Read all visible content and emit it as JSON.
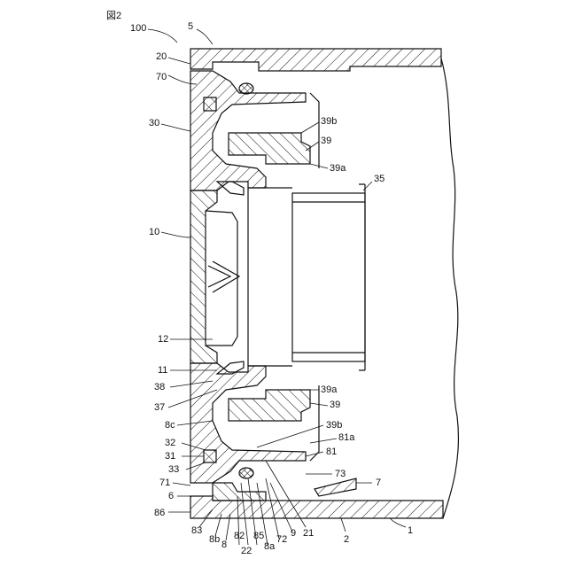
{
  "figure": {
    "caption": "図2"
  },
  "labels": {
    "l100": "100",
    "l5": "5",
    "l20": "20",
    "l70": "70",
    "l30": "30",
    "l39b_top": "39b",
    "l39_top": "39",
    "l39a_top": "39a",
    "l35": "35",
    "l10": "10",
    "l12": "12",
    "l11": "11",
    "l38": "38",
    "l37": "37",
    "l39a_bot": "39a",
    "l39_bot": "39",
    "l39b_bot": "39b",
    "l81a": "81a",
    "l8c": "8c",
    "l32": "32",
    "l31": "31",
    "l33": "33",
    "l81": "81",
    "l71": "71",
    "l73": "73",
    "l7": "7",
    "l6": "6",
    "l86": "86",
    "l83": "83",
    "l8b": "8b",
    "l8": "8",
    "l22": "22",
    "l82": "82",
    "l85": "85",
    "l8a": "8a",
    "l72": "72",
    "l9": "9",
    "l21": "21",
    "l2": "2",
    "l1": "1"
  }
}
